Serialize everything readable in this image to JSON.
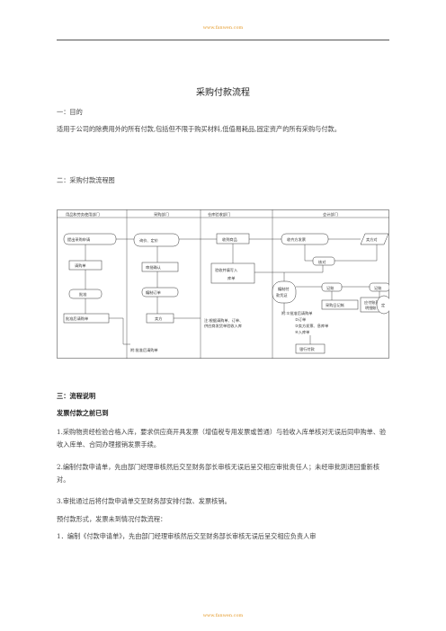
{
  "header": {
    "url": "www.fanwen.com"
  },
  "title": "采购付款流程",
  "sections": {
    "s1_heading": "一：目的",
    "s1_body": "适用于公司的除费用外的所有付款,包括但不限于购买材料,低值易耗品,固定资产的所有采购与付款。",
    "s2_heading": "二：采购付款流程图",
    "s3_heading": "三：流程说明",
    "s3_sub": "发票付款之前已到",
    "s3_p1": "1.采购物资经检验合格入库，要求供应商开具发票（增值税专用发票或普通）与验收入库单核对无误后同申购单、验收入库单、合同办理报销发票手续。",
    "s3_p2": "2.编制付款申请单，先由部门经理审核然后交至财务部长审核无误后呈交相应审批责任人；未经审批则退回重新核对。",
    "s3_p3": "3.审批通过后将付款申请单交至财务部安排付款、发票核销。",
    "s3_p4": "预付款形式，发票未到情况付款流程：",
    "s3_p5": "1．编制《付款申请单》，先由部门经理审核然后交至财务部长审核无误后呈交相应负责人审"
  },
  "flowchart": {
    "lanes": [
      "用品和劳务使用部门",
      "采购部门",
      "仓库验收部门",
      "会计部门"
    ],
    "boxes": {
      "propose": "提出采购申请",
      "inquiry": "询价、定价",
      "receive": "收到商品",
      "recv_invoice": "收齐方发票",
      "supplier": "卖方对",
      "request": "请购单",
      "approve_sup": "审批确认",
      "inspect": "验收并填写入",
      "inspect2": "库单",
      "check": "核对",
      "compile": "编制付",
      "compile2": "款凭证",
      "ledger": "记账",
      "ledger2": "记账",
      "approve": "批准",
      "po": "编制订单",
      "payable": "采购日记帐",
      "pay_detail": "应付账款",
      "pay_detail2": "明细账",
      "fixed": "定",
      "approved_req": "批准后请购单",
      "vendor": "卖方",
      "note_wh": "注:根据请购单、订单、",
      "note_wh2": "供应商发货单验收入库",
      "note_acct": "附:①批准后请购单",
      "note_acct2": "②订单",
      "note_acct3": "③卖方发票、息库单",
      "note_acct4": "④入库单",
      "note_pur": "附:批准后请购单",
      "pay_bill": "银行付款"
    }
  }
}
